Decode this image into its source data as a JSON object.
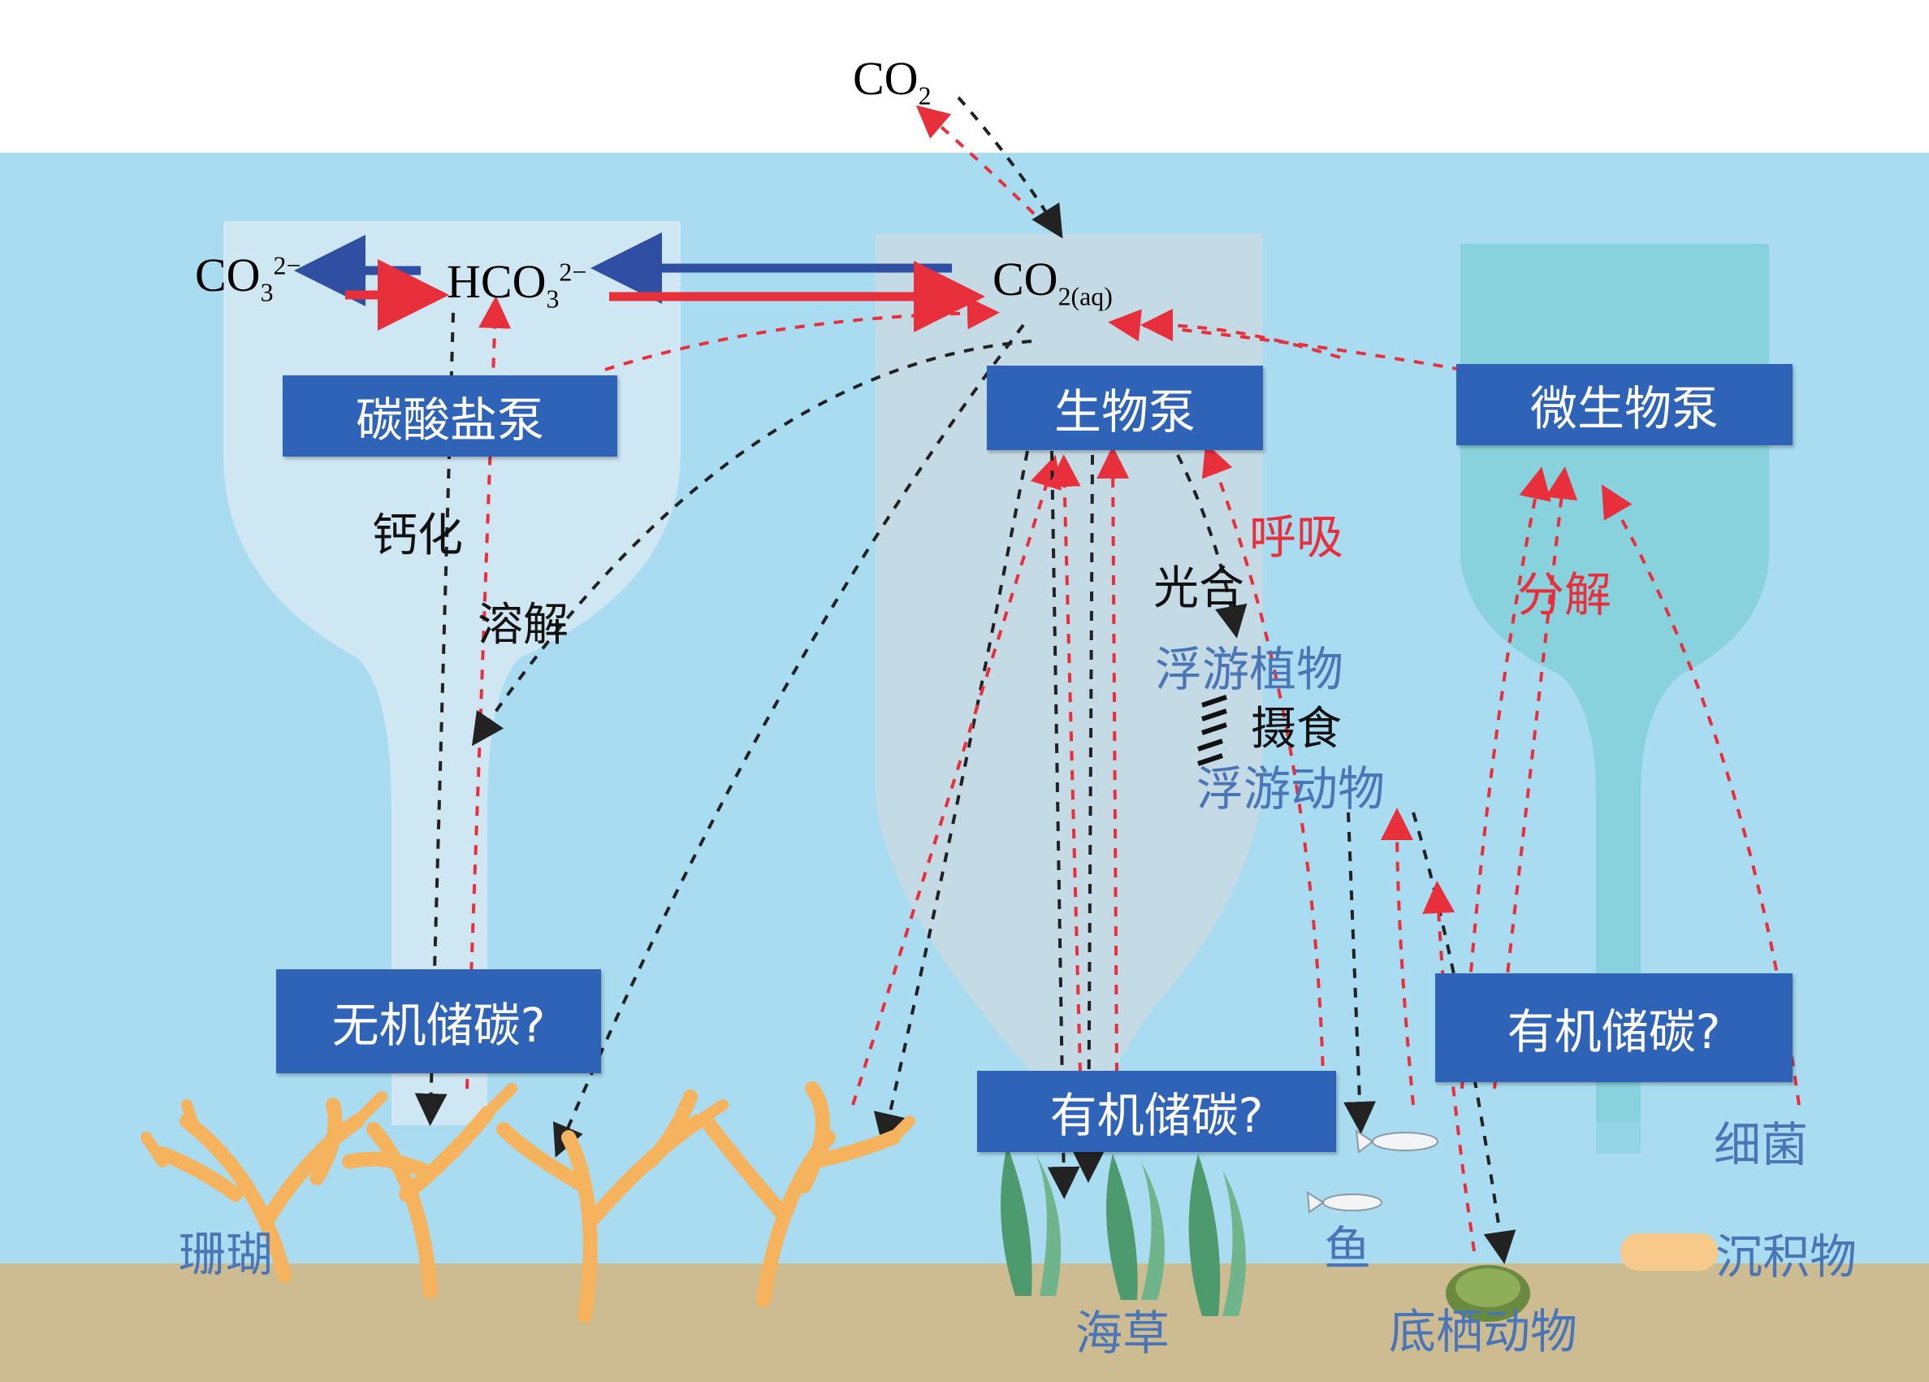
{
  "colors": {
    "sea": "#a9dcf0",
    "seafloor": "#cdbb92",
    "box": "#2f63b7",
    "blue_label": "#4a76b8",
    "red_label": "#e8303d",
    "coral": "#f6b35d",
    "seagrass": "#4e9a6f"
  },
  "chemistry": {
    "co2_atm": "CO",
    "co2_atm_sub": "2",
    "carbonate": "CO",
    "carbonate_sub": "3",
    "carbonate_sup": "2−",
    "bicarbonate": "HCO",
    "bicarbonate_sub": "3",
    "bicarbonate_sup": "2−",
    "co2_aq": "CO",
    "co2_aq_sub": "2(aq)"
  },
  "pumps": {
    "carbonate_pump": "碳酸盐泵",
    "biological_pump": "生物泵",
    "microbial_pump": "微生物泵"
  },
  "storage": {
    "inorganic": "无机储碳?",
    "organic_center": "有机储碳?",
    "organic_right": "有机储碳?"
  },
  "processes": {
    "calcification": "钙化",
    "dissolution": "溶解",
    "respiration": "呼吸",
    "photosynthesis": "光合",
    "grazing": "摄食",
    "decomposition": "分解"
  },
  "organisms": {
    "phytoplankton": "浮游植物",
    "zooplankton": "浮游动物",
    "coral": "珊瑚",
    "seagrass": "海草",
    "fish": "鱼",
    "benthos": "底栖动物",
    "bacteria": "细菌",
    "sediment": "沉积物"
  }
}
